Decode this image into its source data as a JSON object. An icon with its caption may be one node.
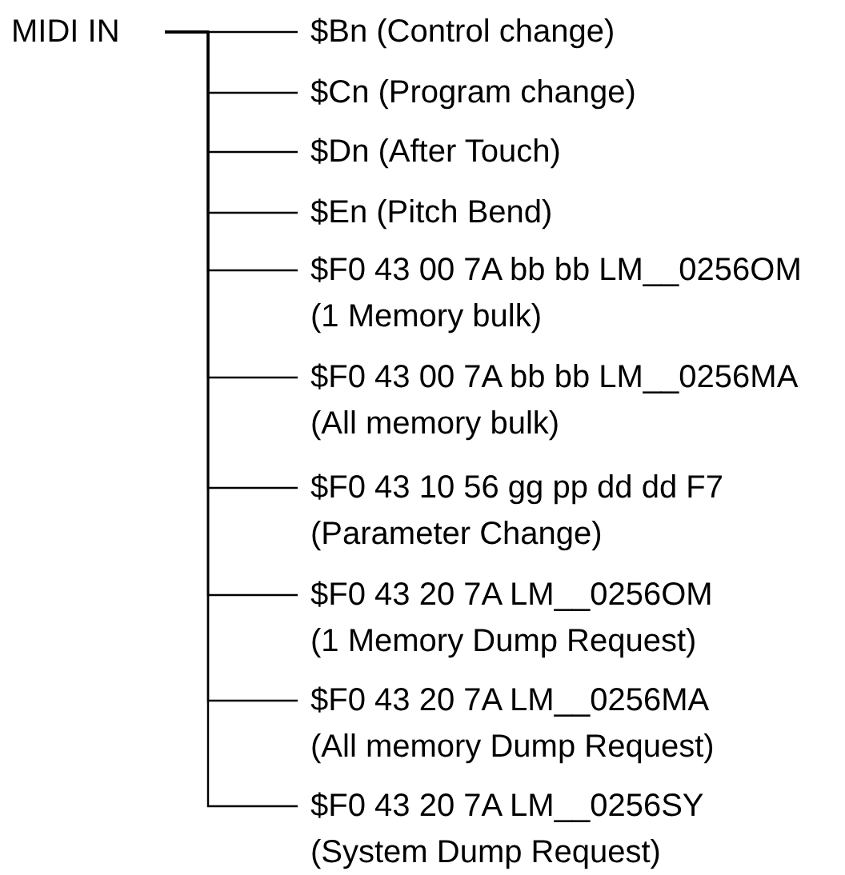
{
  "diagram": {
    "nodes": [
      {
        "text": [
          "MIDI IN"
        ]
      },
      {
        "text": [
          "$Bn (Control change)"
        ]
      },
      {
        "text": [
          "$Cn (Program change)"
        ]
      },
      {
        "text": [
          "$Dn (After Touch)"
        ]
      },
      {
        "text": [
          "$En (Pitch Bend)"
        ]
      },
      {
        "text": [
          "$F0 43 00 7A bb bb LM__0256OM (1 Memory bulk)"
        ]
      },
      {
        "text": [
          "$F0 43 00 7A bb bb LM__0256MA (All memory bulk)"
        ]
      },
      {
        "text": [
          "$F0 43 10 56 gg pp dd dd F7 (Parameter Change)"
        ]
      },
      {
        "text": [
          "$F0 43 20 7A LM__0256OM (1 Memory Dump Request)"
        ]
      },
      {
        "text": [
          "$F0 43 20 7A LM__0256MA (All memory Dump Request)"
        ]
      },
      {
        "text": [
          "$F0 43 20 7A LM__0256SY (System Dump Request)"
        ]
      }
    ],
    "edges": [
      {
        "from": 0,
        "to": 1,
        "arrow": "none"
      },
      {
        "from": 0,
        "to": 2,
        "arrow": "none"
      },
      {
        "from": 0,
        "to": 3,
        "arrow": "none"
      },
      {
        "from": 0,
        "to": 4,
        "arrow": "none"
      },
      {
        "from": 0,
        "to": 5,
        "arrow": "none"
      },
      {
        "from": 0,
        "to": 6,
        "arrow": "none"
      },
      {
        "from": 0,
        "to": 7,
        "arrow": "none"
      },
      {
        "from": 0,
        "to": 8,
        "arrow": "none"
      },
      {
        "from": 0,
        "to": 9,
        "arrow": "none"
      },
      {
        "from": 0,
        "to": 10,
        "arrow": "none"
      }
    ]
  }
}
